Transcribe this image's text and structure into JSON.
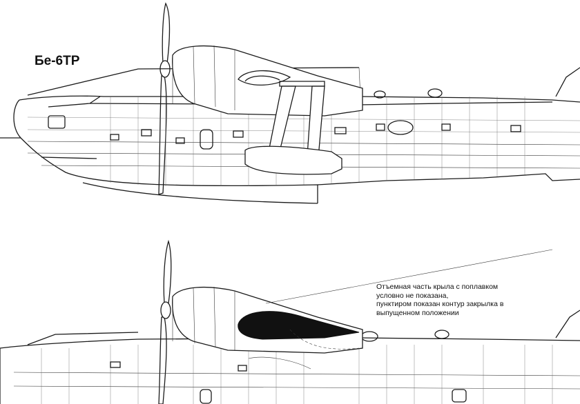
{
  "drawing": {
    "title": "Бе-6ТР",
    "note_lines": [
      "Отъемная часть крыла с поплавком",
      "условно не показана,",
      "пунктиром показан контур закрылка в",
      "выпущенном положении"
    ]
  }
}
